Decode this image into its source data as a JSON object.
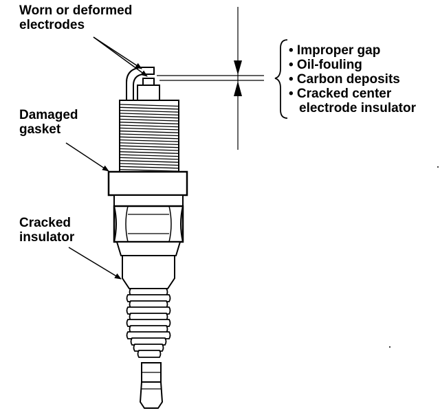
{
  "labels": {
    "electrodes": [
      "Worn or deformed",
      "electrodes"
    ],
    "gasket": [
      "Damaged",
      "gasket"
    ],
    "insulator": [
      "Cracked",
      "insulator"
    ]
  },
  "causes": [
    "• Improper gap",
    "• Oil-fouling",
    "• Carbon deposits",
    "• Cracked center",
    "electrode insulator"
  ]
}
